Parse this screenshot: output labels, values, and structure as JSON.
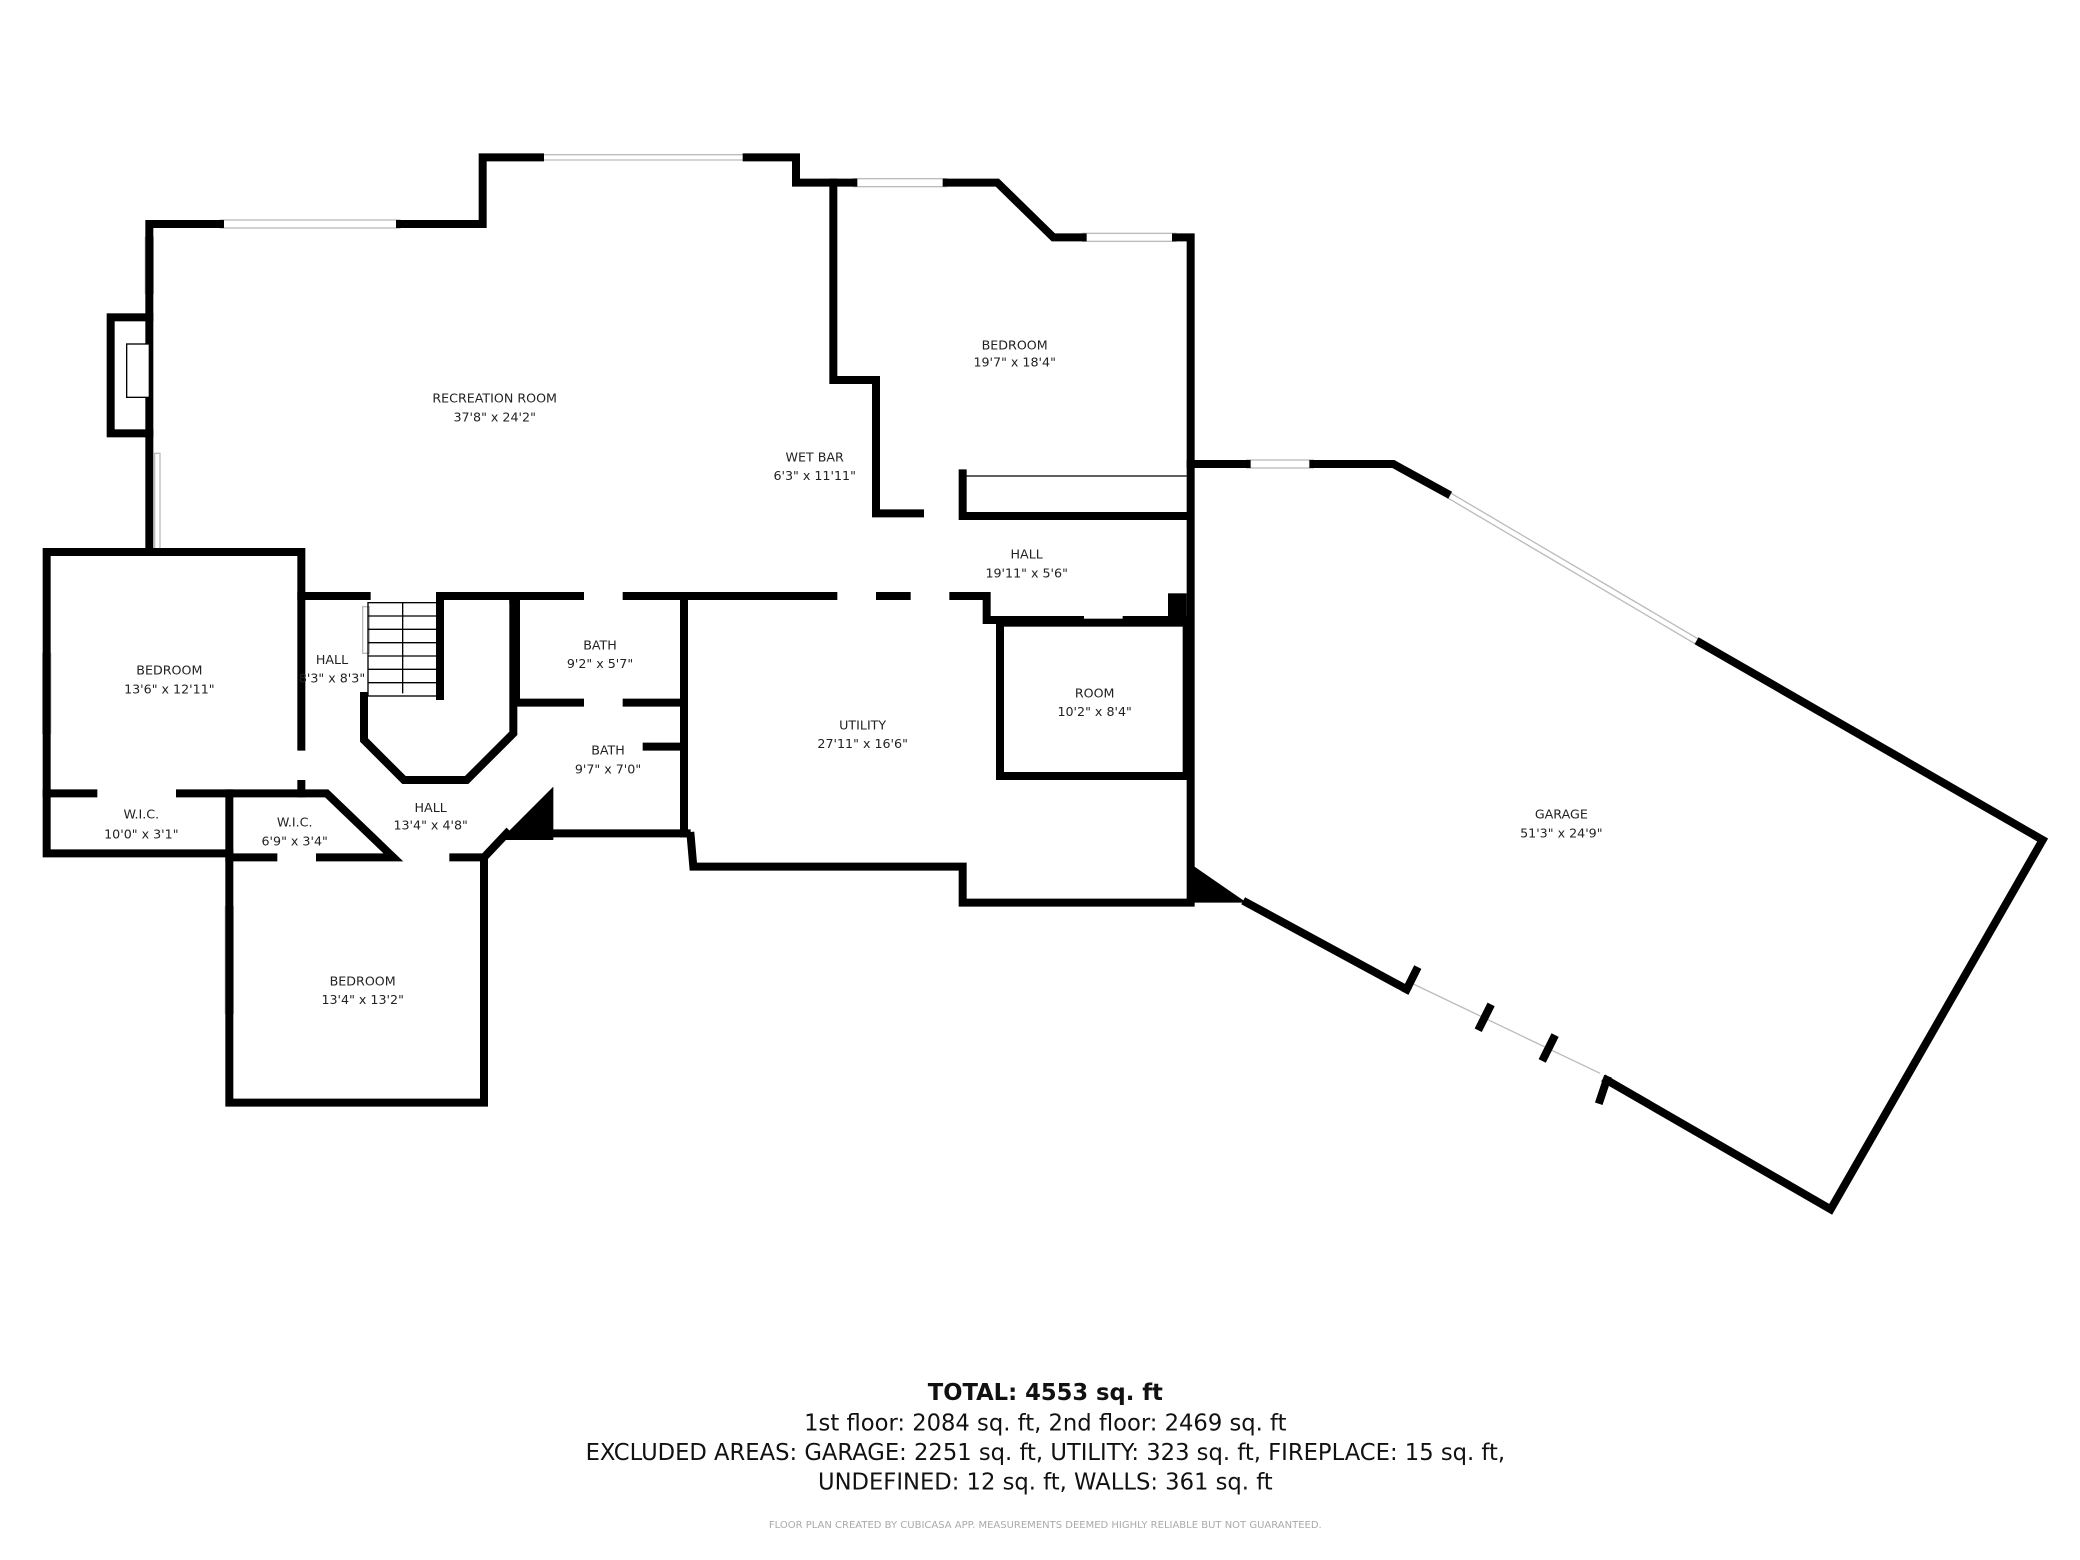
{
  "rooms": [
    {
      "name": "RECREATION ROOM",
      "size": "37'8\" x 24'2\""
    },
    {
      "name": "BEDROOM",
      "size": "19'7\" x 18'4\""
    },
    {
      "name": "WET BAR",
      "size": "6'3\" x 11'11\""
    },
    {
      "name": "HALL",
      "size": "19'11\" x 5'6\""
    },
    {
      "name": "BEDROOM",
      "size": "13'6\" x 12'11\""
    },
    {
      "name": "HALL",
      "size": "8'3\" x 8'3\""
    },
    {
      "name": "BATH",
      "size": "9'2\" x 5'7\""
    },
    {
      "name": "BATH",
      "size": "9'7\" x 7'0\""
    },
    {
      "name": "UTILITY",
      "size": "27'11\" x 16'6\""
    },
    {
      "name": "ROOM",
      "size": "10'2\" x 8'4\""
    },
    {
      "name": "HALL",
      "size": "13'4\" x 4'8\""
    },
    {
      "name": "W.I.C.",
      "size": "10'0\" x 3'1\""
    },
    {
      "name": "W.I.C.",
      "size": "6'9\" x 3'4\""
    },
    {
      "name": "BEDROOM",
      "size": "13'4\" x 13'2\""
    },
    {
      "name": "GARAGE",
      "size": "51'3\" x 24'9\""
    }
  ],
  "summary": {
    "total": "TOTAL: 4553 sq. ft",
    "floors": "1st floor: 2084 sq. ft, 2nd floor: 2469 sq. ft",
    "excluded_1": "EXCLUDED AREAS: GARAGE: 2251 sq. ft, UTILITY: 323 sq. ft, FIREPLACE: 15 sq. ft,",
    "excluded_2": "UNDEFINED: 12 sq. ft, WALLS: 361 sq. ft"
  },
  "footer": "FLOOR PLAN CREATED BY CUBICASA APP. MEASUREMENTS DEEMED HIGHLY RELIABLE BUT NOT GUARANTEED."
}
